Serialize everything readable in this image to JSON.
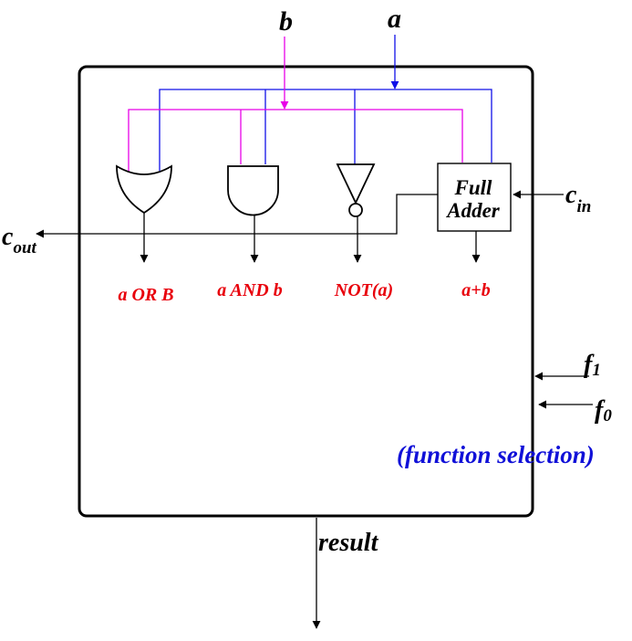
{
  "inputs": {
    "a": "a",
    "b": "b",
    "cin_main": "c",
    "cin_sub": "in",
    "f1_main": "f",
    "f1_sub": "1",
    "f0_main": "f",
    "f0_sub": "0"
  },
  "outputs": {
    "cout_main": "c",
    "cout_sub": "out",
    "result": "result"
  },
  "gate_outputs": [
    "a OR B",
    "a AND b",
    "NOT(a)",
    "a+b"
  ],
  "adder": {
    "line1": "Full",
    "line2": "Adder"
  },
  "function_selection": "(function selection)",
  "colors": {
    "a_wire": "#1010e8",
    "b_wire": "#e800e8",
    "output_text": "#e8000b",
    "function_text": "#1010d8",
    "outline": "#000000"
  }
}
